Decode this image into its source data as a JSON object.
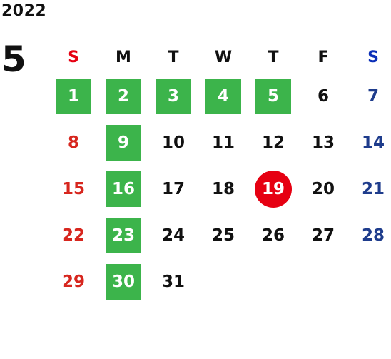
{
  "year": "2022",
  "month": "5",
  "weekdays": [
    "S",
    "M",
    "T",
    "W",
    "T",
    "F",
    "S"
  ],
  "weeks": [
    [
      {
        "day": "1",
        "status": "holiday"
      },
      {
        "day": "2",
        "status": "holiday"
      },
      {
        "day": "3",
        "status": "holiday"
      },
      {
        "day": "4",
        "status": "holiday"
      },
      {
        "day": "5",
        "status": "holiday"
      },
      {
        "day": "6",
        "status": "normal"
      },
      {
        "day": "7",
        "status": "normal"
      }
    ],
    [
      {
        "day": "8",
        "status": "normal"
      },
      {
        "day": "9",
        "status": "holiday"
      },
      {
        "day": "10",
        "status": "normal"
      },
      {
        "day": "11",
        "status": "normal"
      },
      {
        "day": "12",
        "status": "normal"
      },
      {
        "day": "13",
        "status": "normal"
      },
      {
        "day": "14",
        "status": "normal"
      }
    ],
    [
      {
        "day": "15",
        "status": "normal"
      },
      {
        "day": "16",
        "status": "holiday"
      },
      {
        "day": "17",
        "status": "normal"
      },
      {
        "day": "18",
        "status": "normal"
      },
      {
        "day": "19",
        "status": "today"
      },
      {
        "day": "20",
        "status": "normal"
      },
      {
        "day": "21",
        "status": "normal"
      }
    ],
    [
      {
        "day": "22",
        "status": "normal"
      },
      {
        "day": "23",
        "status": "holiday"
      },
      {
        "day": "24",
        "status": "normal"
      },
      {
        "day": "25",
        "status": "normal"
      },
      {
        "day": "26",
        "status": "normal"
      },
      {
        "day": "27",
        "status": "normal"
      },
      {
        "day": "28",
        "status": "normal"
      }
    ],
    [
      {
        "day": "29",
        "status": "normal"
      },
      {
        "day": "30",
        "status": "holiday"
      },
      {
        "day": "31",
        "status": "normal"
      },
      {
        "day": "",
        "status": "empty"
      },
      {
        "day": "",
        "status": "empty"
      },
      {
        "day": "",
        "status": "empty"
      },
      {
        "day": "",
        "status": "empty"
      }
    ]
  ],
  "colors": {
    "holiday_bg": "#3cb44b",
    "today_bg": "#e60012",
    "sunday": "#d7261e",
    "saturday": "#1e3c8c",
    "weekday": "#111111"
  }
}
